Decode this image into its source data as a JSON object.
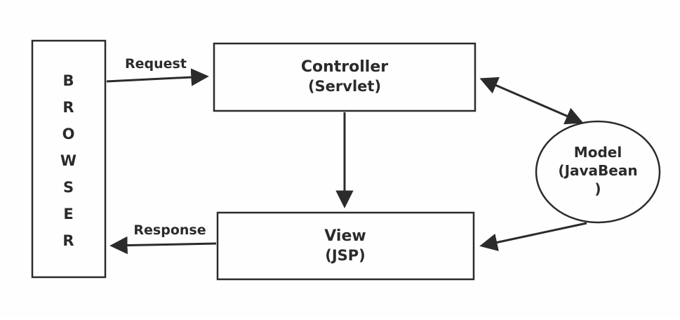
{
  "diagram": {
    "title": "MVC architecture diagram",
    "colors": {
      "stroke": "#2b2b2b",
      "background": "#fefefe"
    },
    "nodes": {
      "browser": {
        "name": "BROWSER",
        "letters": [
          "B",
          "R",
          "O",
          "W",
          "S",
          "E",
          "R"
        ]
      },
      "controller": {
        "line1": "Controller",
        "line2": "(Servlet)"
      },
      "view": {
        "line1": "View",
        "line2": "(JSP)"
      },
      "model": {
        "line1": "Model",
        "line2": "(JavaBean",
        "line3": ")"
      }
    },
    "edges": {
      "request": {
        "label": "Request",
        "from": "browser",
        "to": "controller"
      },
      "controller_to_view": {
        "label": "",
        "from": "controller",
        "to": "view"
      },
      "controller_model": {
        "label": "",
        "from": "controller",
        "to": "model",
        "bidirectional": true
      },
      "model_to_view": {
        "label": "",
        "from": "model",
        "to": "view"
      },
      "response": {
        "label": "Response",
        "from": "view",
        "to": "browser"
      }
    }
  }
}
